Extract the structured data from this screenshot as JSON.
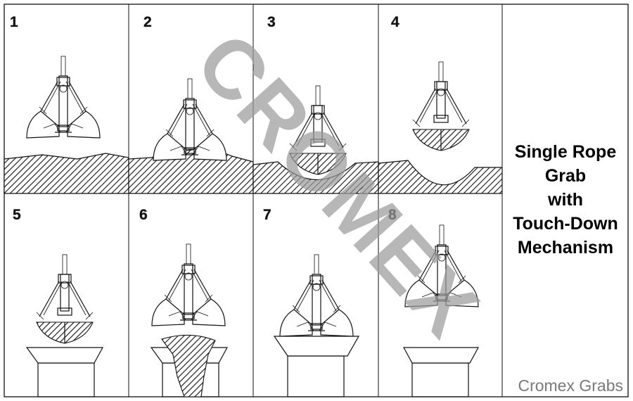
{
  "steps": [
    "1",
    "2",
    "3",
    "4",
    "5",
    "6",
    "7",
    "8"
  ],
  "title_lines": [
    "Single Rope",
    "Grab",
    "with",
    "Touch-Down",
    "Mechanism"
  ],
  "credit": "Cromex Grabs",
  "watermark": "CROMEX",
  "colors": {
    "ink": "#111111",
    "watermark": "#9c9c9c",
    "credit": "#7a7a7a",
    "background": "#ffffff"
  }
}
